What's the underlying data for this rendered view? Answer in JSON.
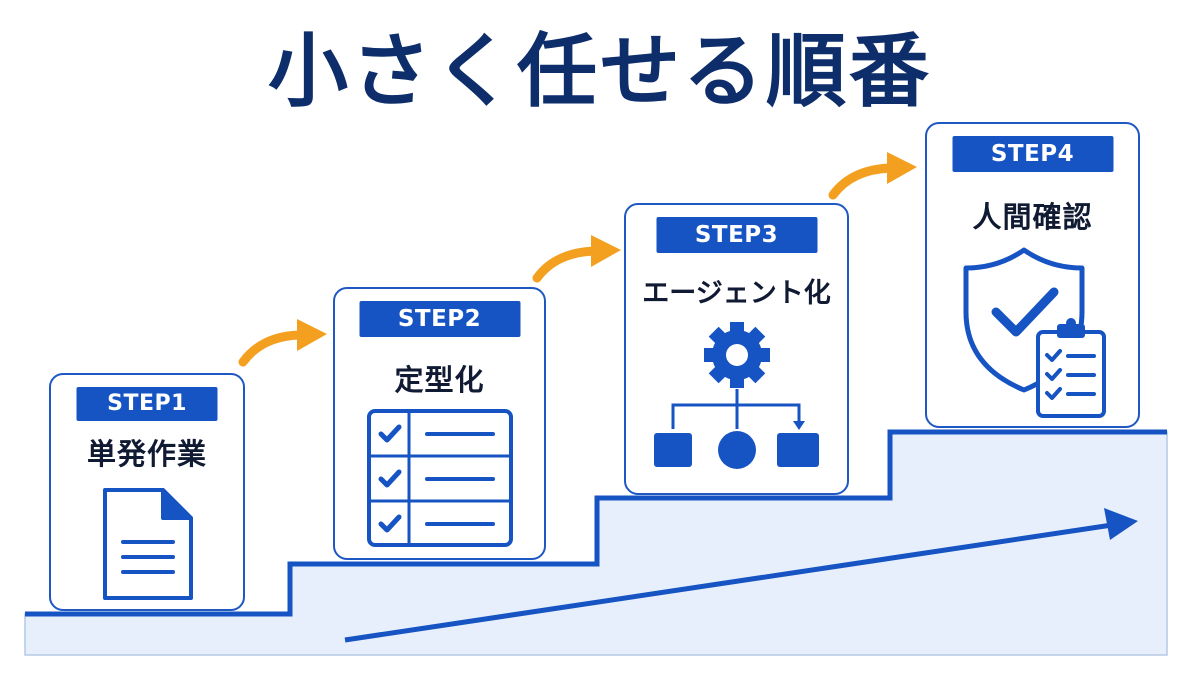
{
  "title": "小さく任せる順番",
  "colors": {
    "primary": "#1653c3",
    "navy": "#0d2d6b",
    "accent": "#f3a020",
    "stair_fill": "#e6effb"
  },
  "steps": [
    {
      "badge": "STEP1",
      "label": "単発作業",
      "icon": "document-icon"
    },
    {
      "badge": "STEP2",
      "label": "定型化",
      "icon": "checklist-icon"
    },
    {
      "badge": "STEP3",
      "label": "エージェント化",
      "icon": "gear-flow-icon"
    },
    {
      "badge": "STEP4",
      "label": "人間確認",
      "icon": "shield-check-clipboard-icon"
    }
  ]
}
